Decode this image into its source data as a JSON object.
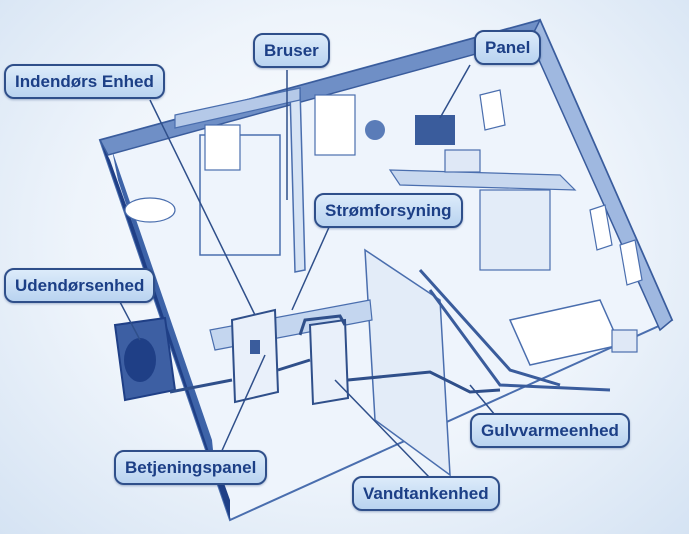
{
  "labels": {
    "indoor_unit": "Indendørs Enhed",
    "shower": "Bruser",
    "panel": "Panel",
    "power_supply": "Strømforsyning",
    "outdoor_unit": "Udendørsenhed",
    "control_panel": "Betjeningspanel",
    "water_tank_unit": "Vandtankenhed",
    "floor_heating_unit": "Gulvvarmeenhed"
  },
  "colors": {
    "label_text": "#1c3f86",
    "label_fill": "#c9def5",
    "label_border": "#2f4f8a",
    "wall": "#4a6eae",
    "wall_shade": "#1f3f86",
    "floor": "#eef4fc"
  }
}
